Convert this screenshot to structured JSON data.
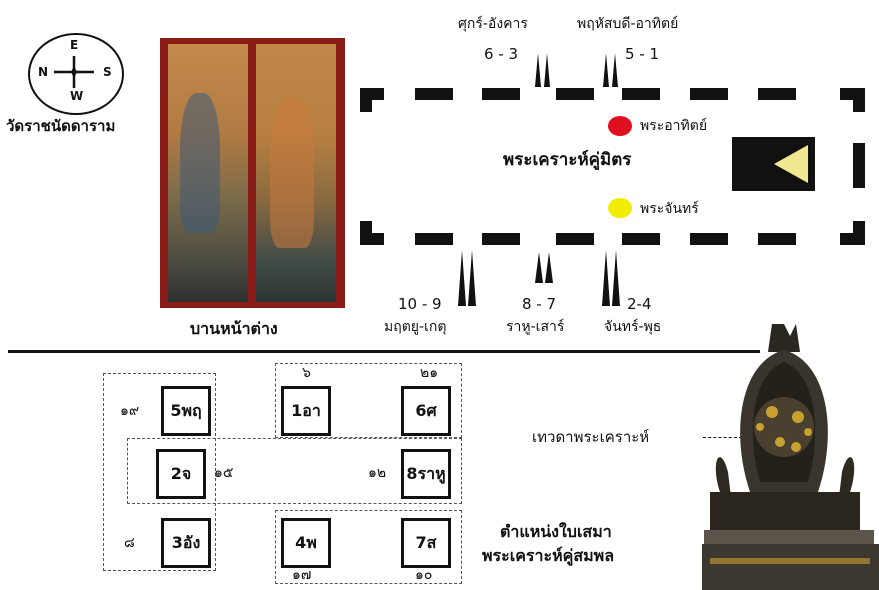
{
  "compass": {
    "n": "E",
    "w": "N",
    "e": "S",
    "s": "W",
    "caption": "วัดราชนัดดาราม"
  },
  "window_caption": "บานหน้าต่าง",
  "top_labels": [
    {
      "days": "ศุกร์-อังคาร",
      "nums": "6 - 3"
    },
    {
      "days": "พฤหัสบดี-อาทิตย์",
      "nums": "5 - 1"
    }
  ],
  "bottom_labels": [
    {
      "nums": "10 - 9",
      "days": "มฤตยู-เกตุ"
    },
    {
      "nums": "8 - 7",
      "days": "ราหู-เสาร์"
    },
    {
      "nums": "2-4",
      "days": "จันทร์-พุธ"
    }
  ],
  "plan_title": "พระเคราะห์คู่มิตร",
  "sun_label": "พระอาทิตย์",
  "moon_label": "พระจันทร์",
  "colors": {
    "sun": "#e01020",
    "moon": "#f2ec00",
    "arrow": "#f0e890"
  },
  "grid": {
    "boxes": {
      "b5": "5พฤ",
      "b1": "1อา",
      "b6": "6ศ",
      "b2": "2จ",
      "b8": "8ราหู",
      "b3": "3อัง",
      "b4": "4พ",
      "b7": "7ส"
    },
    "nums": {
      "n6": "๖",
      "n21": "๒๑",
      "n19": "๑๙",
      "n15": "๑๕",
      "n12": "๑๒",
      "n8": "๘",
      "n17": "๑๗",
      "n10": "๑๐"
    }
  },
  "deity_label": "เทวดาพระเคราะห์",
  "position_caption": [
    "ตำแหน่งใบเสมา",
    "พระเคราะห์คู่สมพล"
  ]
}
